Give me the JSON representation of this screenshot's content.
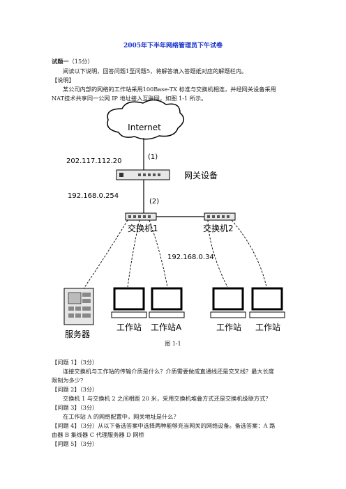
{
  "title": "2005年下半年网络管理员下午试卷",
  "q1_heading": "试题一",
  "q1_score": "（15分）",
  "intro": "阅读以下说明，回答问题1至问题5，将解答填入答题纸对应的解题栏内。",
  "note_heading": "【说明】",
  "desc_line1": "某公司内部的网络的工作站采用100Base-TX 标准与交换机相连，并经网关设备采用",
  "desc_line2": "NAT技术共享同一公网 IP 地址接入互联网，如图 1-1 所示。",
  "diagram": {
    "internet": "Internet",
    "public_ip": "202.117.112.20",
    "link1": "(1)",
    "gateway": "网关设备",
    "gateway_ip": "192.168.0.254",
    "link2": "(2)",
    "switch1": "交换机1",
    "switch2": "交换机2",
    "host_ip": "192.168.0.34",
    "server": "服务器",
    "ws1": "工作站",
    "ws_a": "工作站A",
    "ws3": "工作站",
    "ws4": "工作站"
  },
  "caption": "图 1-1",
  "q_items": [
    {
      "h": "【问题 1】（3分）",
      "t1": "连接交换机与工作站的传输介质是什么？介质需要做成直通线还是交叉线？最大长度",
      "t2": "限制为多少？"
    },
    {
      "h": "【问题 2】（3分）",
      "t1": "交换机 1 与交换机 2 之间相距 20 米，采用交换机堆叠方式还是交换机级联方式？"
    },
    {
      "h": "【问题 3】（3分）",
      "t1": "在工作站 A 的网络配置中，网关地址是什么？"
    }
  ],
  "q4": "【问题 4】（3分）从以下备选答案中选择两种能够充当网关的网络设备。备选答案：A 路",
  "q4b": "由器 B 集线器 C 代理服务器 D 网桥",
  "q5": "【问题 5】（3分）"
}
